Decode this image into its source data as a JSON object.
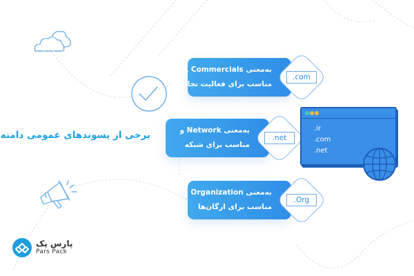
{
  "title": "برخی از پسوندهای عمومی دامنه",
  "colors": {
    "accent": "#1fa3e0",
    "card_start": "#41a9ec",
    "card_end": "#2f8ee8",
    "outline": "#7fb5ea",
    "window_fill": "#3a8fe8",
    "window_border": "#1f5fb8"
  },
  "cards": [
    {
      "line1": "به‌معنی Commercials و",
      "line2": "مناسب برای فعالیت تجاری",
      "extension": ".com"
    },
    {
      "line1": "به‌معنی Network و",
      "line2": "مناسب برای شبکه",
      "extension": ".net"
    },
    {
      "line1": "به‌معنی Organization و",
      "line2": "مناسب برای ارگان‌ها",
      "extension": ".Org"
    }
  ],
  "browser_window": {
    "dots": [
      "#3ec8c0",
      "#f5b942",
      "#f5b942"
    ],
    "items": [
      ".ir",
      ".com",
      ".net"
    ]
  },
  "icons": [
    "cloud-icon",
    "check-circle-icon",
    "megaphone-icon",
    "globe-icon"
  ],
  "logo": {
    "name_fa": "پارس پک",
    "name_en": "Pars Pack"
  }
}
